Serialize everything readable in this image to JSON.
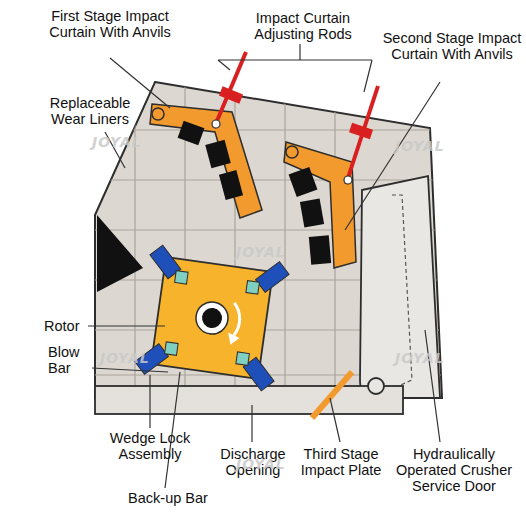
{
  "diagram": {
    "labels": [
      "First Stage Impact Curtain With Anvils",
      "Impact Curtain Adjusting Rods",
      "Second Stage Impact Curtain With Anvils",
      "Replaceable Wear Liners",
      "Rotor",
      "Blow Bar",
      "Wedge Lock Assembly",
      "Discharge Opening",
      "Third Stage Impact Plate",
      "Hydraulically Operated Crusher Service Door",
      "Back-up Bar",
      "JOYAL",
      "JOYAL",
      "JOYAL",
      "JOYAL",
      "JOYAL",
      "JOYAL"
    ]
  }
}
